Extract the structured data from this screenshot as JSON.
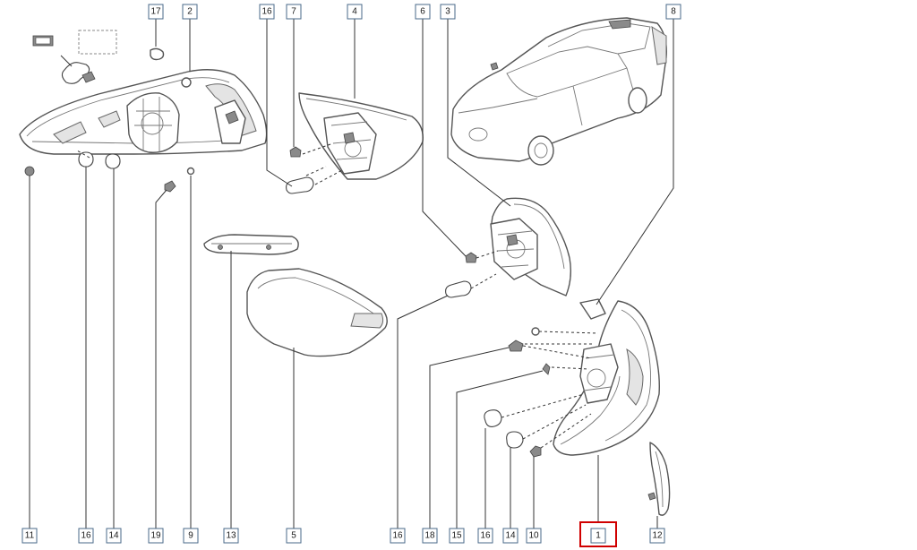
{
  "callouts": [
    {
      "id": "17",
      "label": "17",
      "highlight": false
    },
    {
      "id": "2",
      "label": "2",
      "highlight": false
    },
    {
      "id": "16a",
      "label": "16",
      "highlight": false
    },
    {
      "id": "7",
      "label": "7",
      "highlight": false
    },
    {
      "id": "4",
      "label": "4",
      "highlight": false
    },
    {
      "id": "6",
      "label": "6",
      "highlight": false
    },
    {
      "id": "3",
      "label": "3",
      "highlight": false
    },
    {
      "id": "8",
      "label": "8",
      "highlight": false
    },
    {
      "id": "11",
      "label": "11",
      "highlight": false
    },
    {
      "id": "16b",
      "label": "16",
      "highlight": false
    },
    {
      "id": "14a",
      "label": "14",
      "highlight": false
    },
    {
      "id": "19",
      "label": "19",
      "highlight": false
    },
    {
      "id": "9",
      "label": "9",
      "highlight": false
    },
    {
      "id": "13",
      "label": "13",
      "highlight": false
    },
    {
      "id": "5",
      "label": "5",
      "highlight": false
    },
    {
      "id": "16c",
      "label": "16",
      "highlight": false
    },
    {
      "id": "18",
      "label": "18",
      "highlight": false
    },
    {
      "id": "15",
      "label": "15",
      "highlight": false
    },
    {
      "id": "16d",
      "label": "16",
      "highlight": false
    },
    {
      "id": "14b",
      "label": "14",
      "highlight": false
    },
    {
      "id": "10",
      "label": "10",
      "highlight": false
    },
    {
      "id": "1",
      "label": "1",
      "highlight": true
    },
    {
      "id": "12",
      "label": "12",
      "highlight": false
    }
  ],
  "colors": {
    "highlight": "#d00000",
    "callout_border": "#4a6a8a",
    "line": "#333333"
  }
}
